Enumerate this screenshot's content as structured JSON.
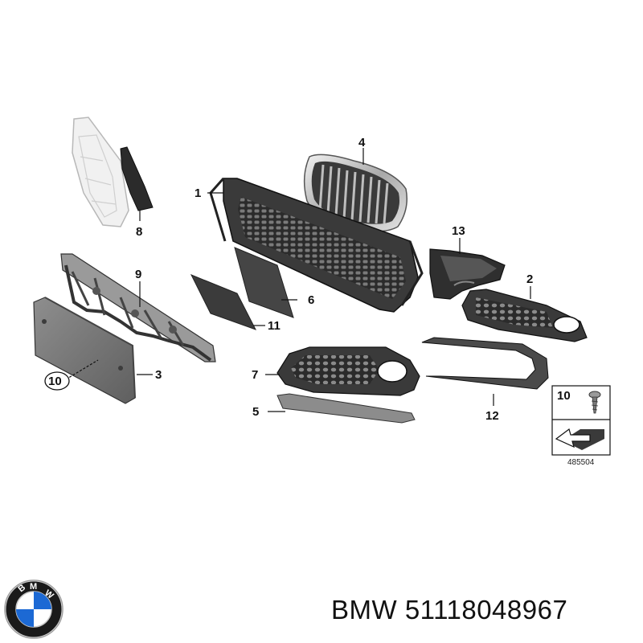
{
  "callouts": {
    "c1": "1",
    "c2": "2",
    "c3": "3",
    "c4": "4",
    "c5": "5",
    "c6": "6",
    "c7": "7",
    "c8": "8",
    "c9": "9",
    "c10": "10",
    "c11": "11",
    "c12": "12",
    "c13": "13"
  },
  "legend": {
    "part": "10"
  },
  "reference_number": "485504",
  "footer": {
    "brand": "BMW",
    "part_number": "51118048967"
  },
  "logo": {
    "letters": "BMW",
    "colors": {
      "ring": "#1a1a1a",
      "blue": "#1c69d4",
      "white": "#ffffff"
    }
  },
  "colors": {
    "part_dark": "#2a2a2a",
    "part_mid": "#6a6a6a",
    "part_light": "#bdbdbd",
    "line": "#111111"
  }
}
